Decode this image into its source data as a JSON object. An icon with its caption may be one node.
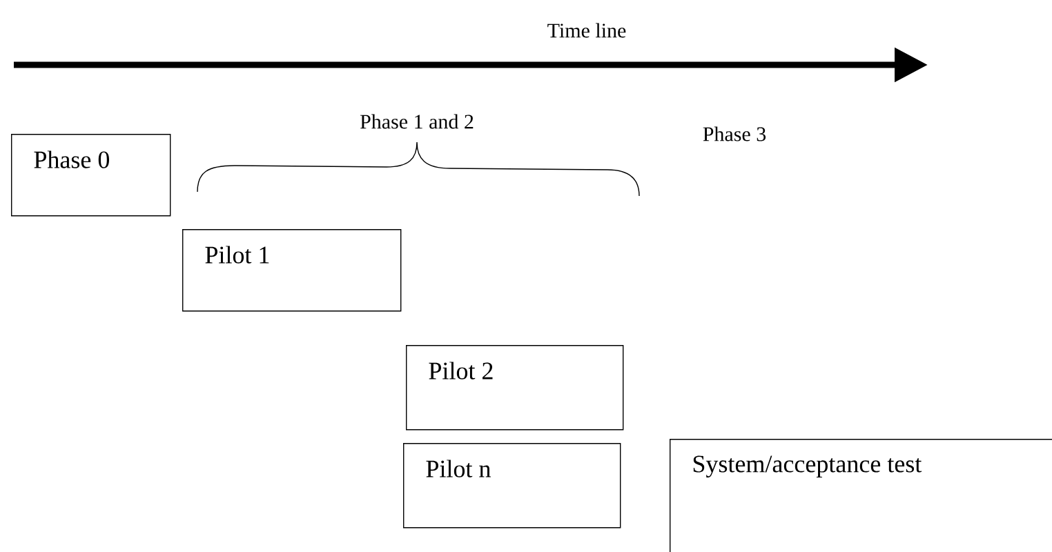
{
  "diagram": {
    "nodes": [
      {
        "text": [
          "Phase 0"
        ]
      },
      {
        "text": [
          "Pilot 1"
        ]
      },
      {
        "text": [
          "Pilot 2"
        ]
      },
      {
        "text": [
          "Pilot n"
        ]
      },
      {
        "text": [
          "System/acceptance test"
        ]
      }
    ],
    "labels": [
      "Time line",
      "Phase 1 and 2",
      "Phase 3"
    ]
  }
}
